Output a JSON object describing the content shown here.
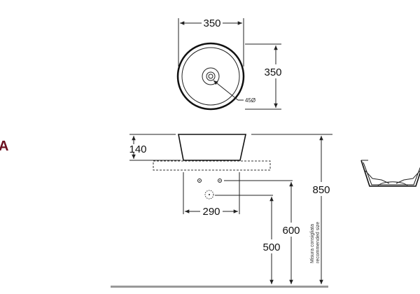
{
  "brand": {
    "text": "A",
    "color": "#6b1020"
  },
  "top_view": {
    "width_label": "350",
    "depth_label": "350",
    "drain_label": "45Ø"
  },
  "side_view": {
    "bowl_height_label": "140",
    "drain_spacing_label": "290",
    "overall_height_label": "850",
    "pipe_height_label": "600",
    "drain_outlet_height_label": "500",
    "recommended_size_it": "Misura consigliata",
    "recommended_size_en": "recommended size"
  },
  "colors": {
    "floor": "#999999",
    "lines": "#222222"
  }
}
